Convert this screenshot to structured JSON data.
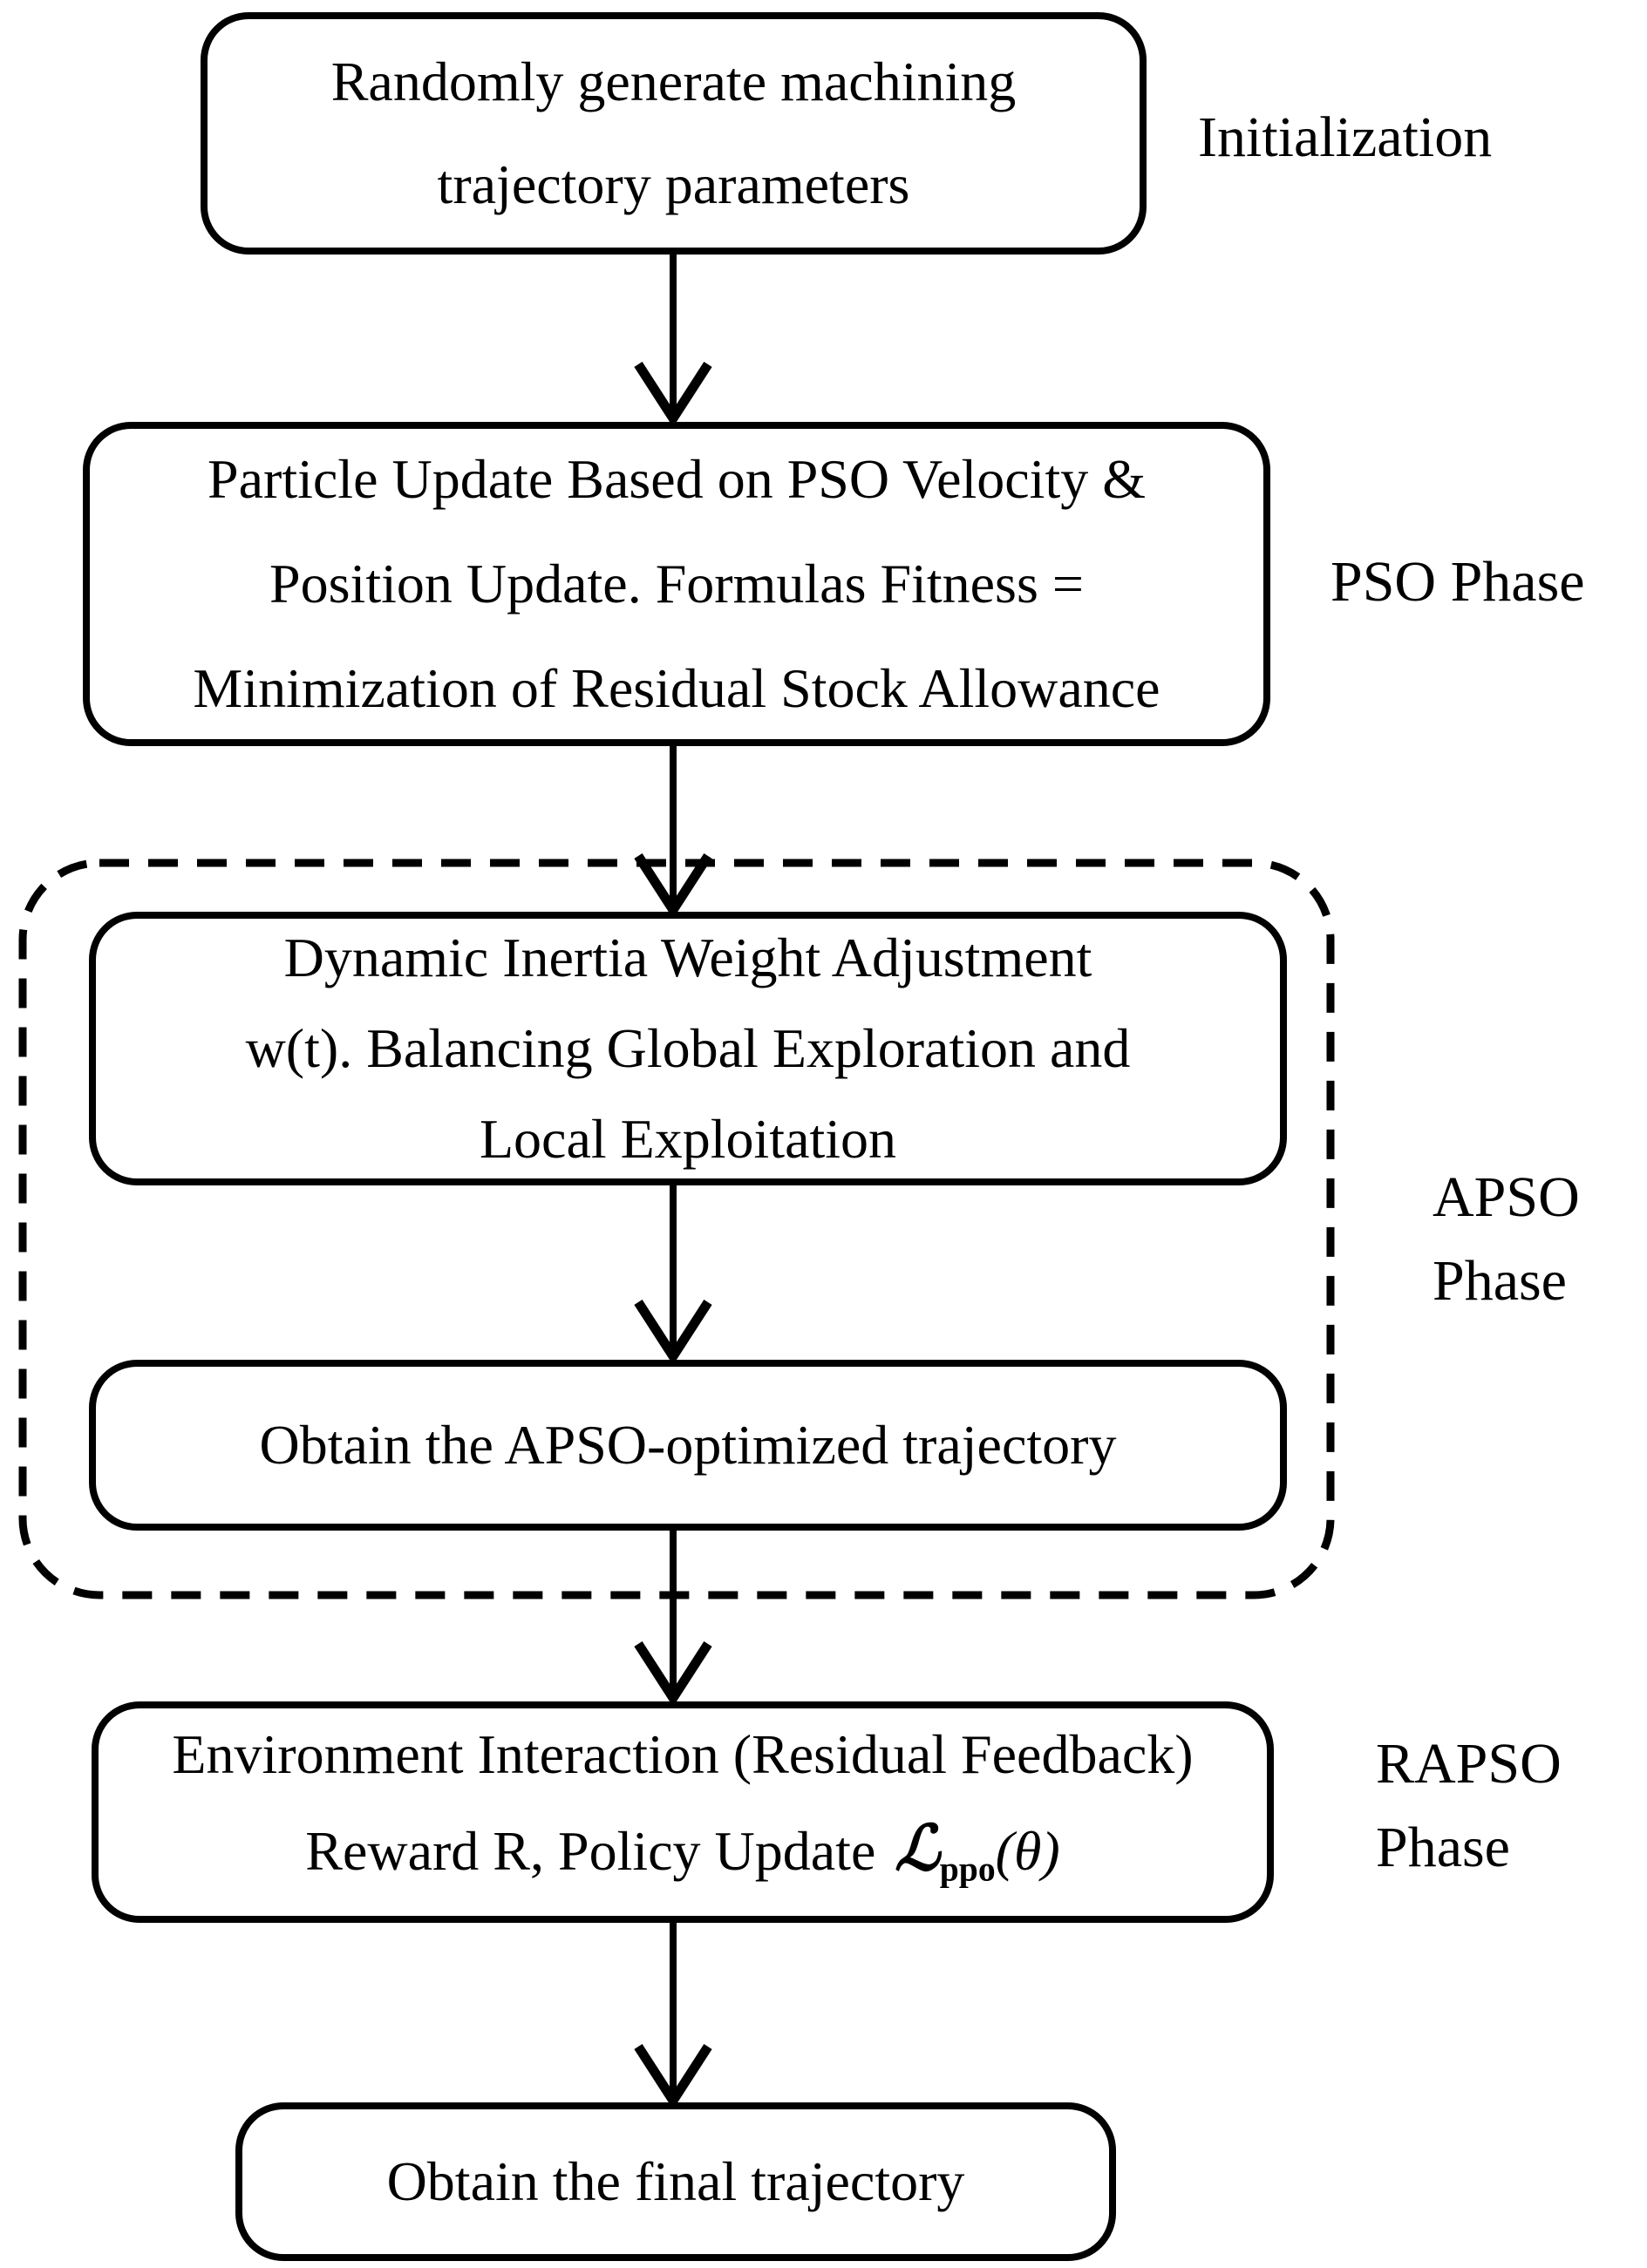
{
  "colors": {
    "ink": "#000000",
    "background": "#ffffff"
  },
  "boxes": {
    "init": {
      "lines": [
        "Randomly generate machining",
        "trajectory parameters"
      ]
    },
    "pso": {
      "lines": [
        "Particle Update Based on PSO Velocity &",
        "Position Update. Formulas Fitness =",
        "Minimization of Residual Stock Allowance"
      ]
    },
    "inertia": {
      "lines": [
        "Dynamic Inertia Weight Adjustment",
        "w(t). Balancing Global Exploration and",
        "Local Exploitation"
      ]
    },
    "apso_result": {
      "lines": [
        "Obtain the APSO-optimized trajectory"
      ]
    },
    "rapso": {
      "line1": "Environment Interaction (Residual Feedback)",
      "line2_prefix": "Reward R, Policy Update ",
      "formula_script_l": "ℒ",
      "formula_subscript": "ppo",
      "formula_args": "(θ)"
    },
    "final": {
      "lines": [
        "Obtain the final trajectory"
      ]
    }
  },
  "phase_labels": {
    "initialization": "Initialization",
    "pso": "PSO Phase",
    "apso": [
      "APSO",
      "Phase"
    ],
    "rapso": [
      "RAPSO",
      "Phase"
    ]
  },
  "flow": [
    {
      "from": "init",
      "to": "pso"
    },
    {
      "from": "pso",
      "to": "inertia"
    },
    {
      "from": "inertia",
      "to": "apso_result"
    },
    {
      "from": "apso_result",
      "to": "rapso"
    },
    {
      "from": "rapso",
      "to": "final"
    }
  ]
}
